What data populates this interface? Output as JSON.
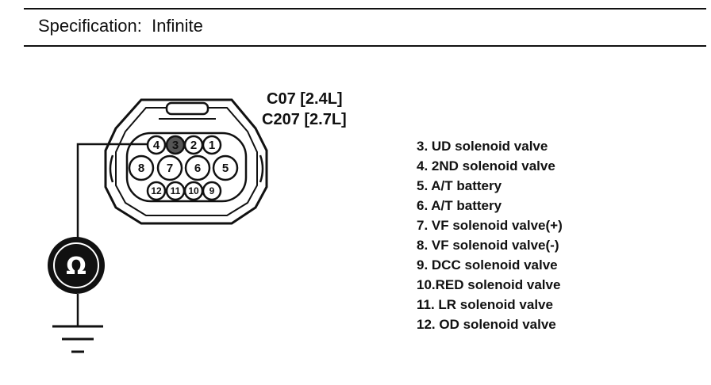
{
  "header": {
    "specification": "Specification:  Infinite"
  },
  "connector": {
    "label_1": "C07 [2.4L]",
    "label_2": "C207 [2.7L]",
    "top_row_pins": [
      "4",
      "3",
      "2",
      "1"
    ],
    "middle_row_pins": [
      "8",
      "7",
      "6",
      "5"
    ],
    "bottom_row_pins": [
      "12",
      "11",
      "10",
      "9"
    ],
    "probed_pin": "3"
  },
  "meter": {
    "symbol": "Ω"
  },
  "pin_list": [
    "3. UD solenoid valve",
    "4. 2ND solenoid valve",
    "5. A/T battery",
    "6. A/T battery",
    "7. VF solenoid valve(+)",
    "8. VF solenoid valve(-)",
    "9. DCC solenoid valve",
    "10.RED solenoid valve",
    "11. LR solenoid valve",
    "12. OD solenoid valve"
  ]
}
